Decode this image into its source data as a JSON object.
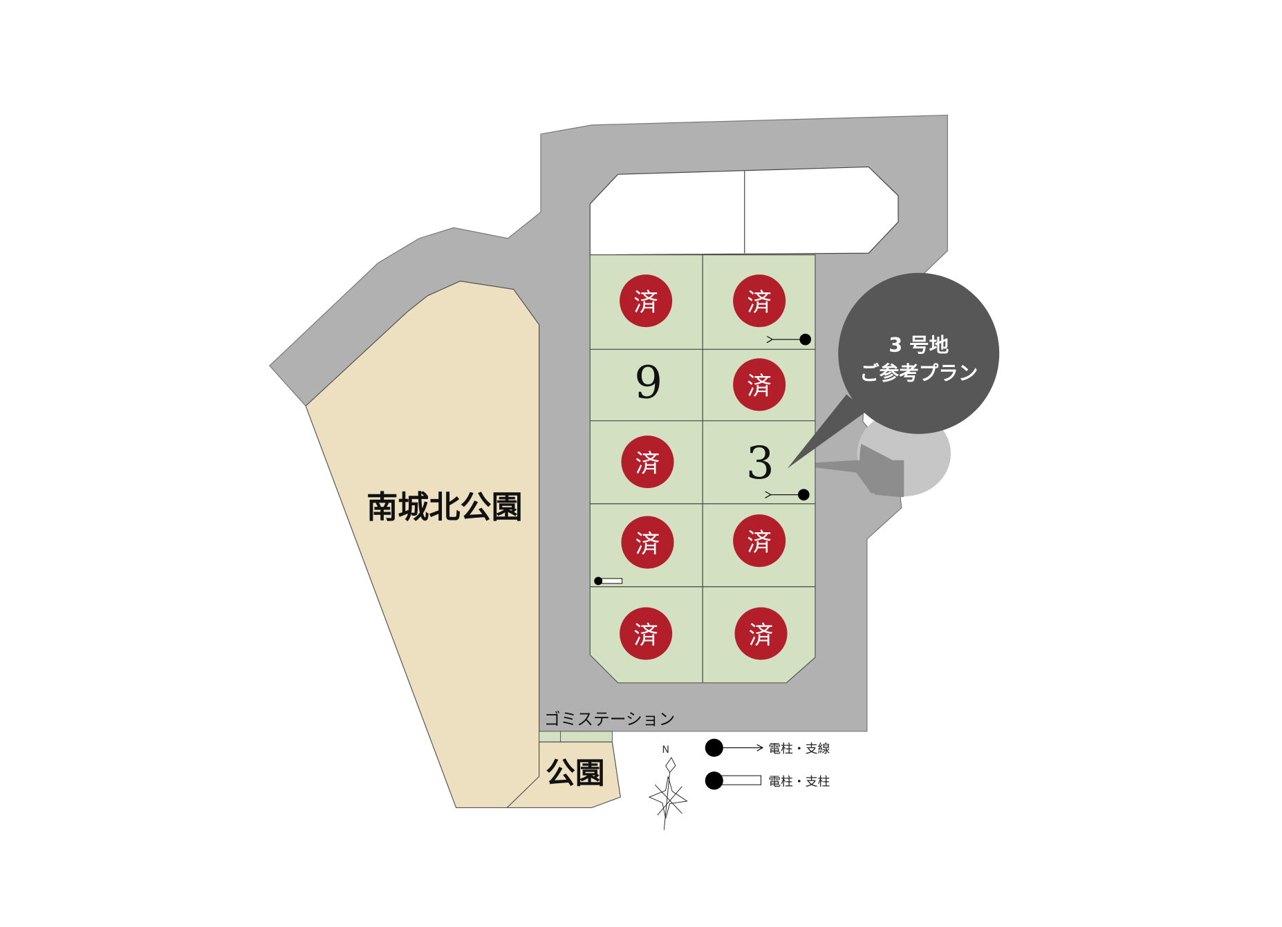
{
  "colors": {
    "road": "#b1b1b1",
    "park": "#ede0c0",
    "lot": "#d3e0c2",
    "sold": "#b21f2a",
    "bubble": "#575757"
  },
  "park_large": {
    "label": "南城北公園"
  },
  "park_small": {
    "label": "公園"
  },
  "garbage_station": {
    "label": "ゴミステーション"
  },
  "lots": [
    {
      "status": "済"
    },
    {
      "status": "済"
    },
    {
      "number": "9"
    },
    {
      "status": "済"
    },
    {
      "status": "済"
    },
    {
      "number": "3"
    },
    {
      "status": "済"
    },
    {
      "status": "済"
    },
    {
      "status": "済"
    },
    {
      "status": "済"
    }
  ],
  "callout": {
    "line1": "3 号地",
    "line2": "ご参考プラン"
  },
  "legend": [
    {
      "icon": "utility-pole-guy-wire-icon",
      "label": "電柱・支線"
    },
    {
      "icon": "utility-pole-support-icon",
      "label": "電柱・支柱"
    }
  ],
  "compass": {
    "label": "N"
  }
}
